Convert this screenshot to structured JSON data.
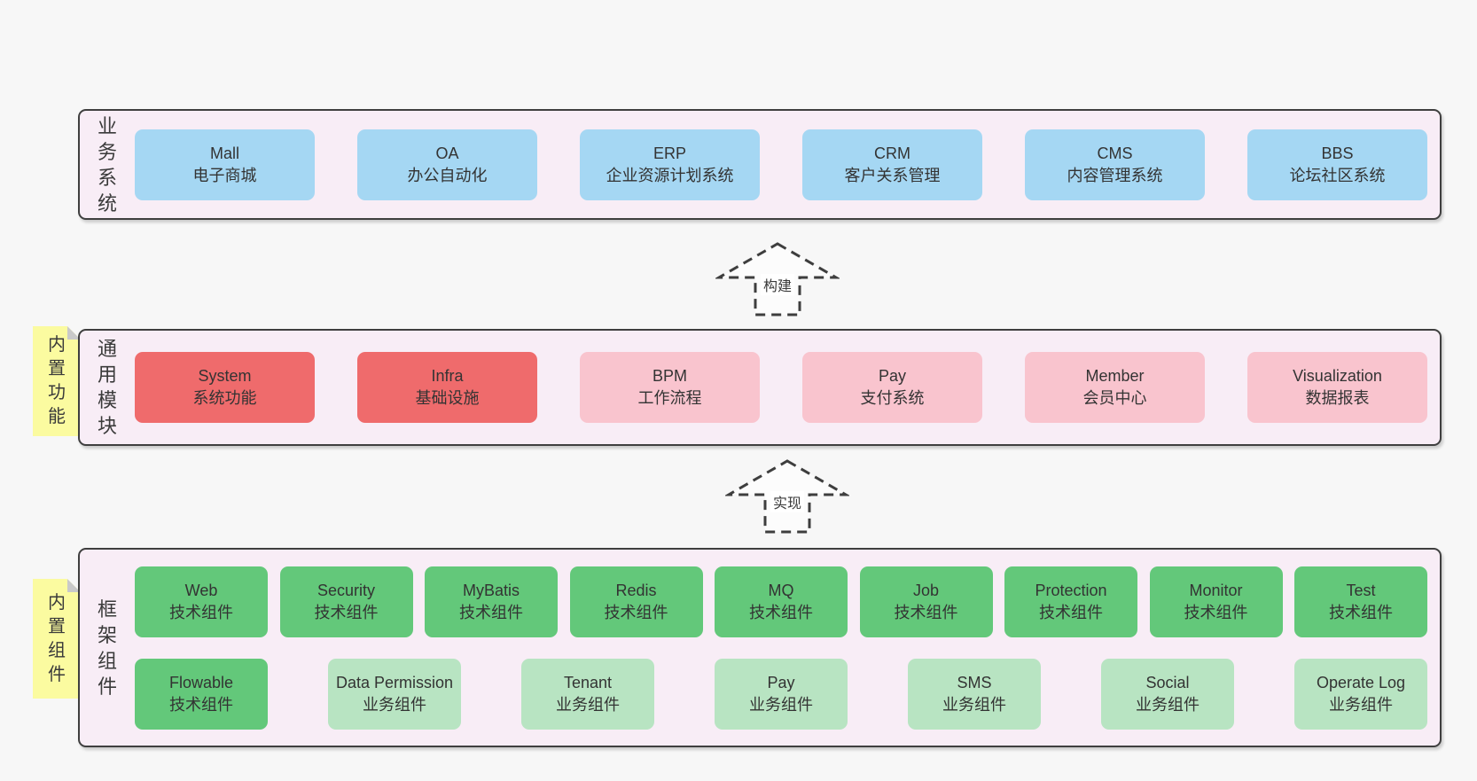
{
  "palette": {
    "page-bg": "#f7f7f7",
    "container-bg": "#f8edf6",
    "container-border": "#3f3f3f",
    "box-blue": "#a5d7f3",
    "box-red": "#ef6b6c",
    "box-pink": "#f9c4ce",
    "box-green": "#63c87a",
    "box-light-green": "#b8e4c2",
    "sticky-yellow": "#fbfba0",
    "sticky-fold": "#c9c9c9",
    "arrow-stroke": "#3e3e3e",
    "text": "#3a3a3a"
  },
  "layers": [
    {
      "label": "业务系统",
      "boxes": [
        {
          "title": "Mall",
          "subtitle": "电子商城",
          "variant": "blue"
        },
        {
          "title": "OA",
          "subtitle": "办公自动化",
          "variant": "blue"
        },
        {
          "title": "ERP",
          "subtitle": "企业资源计划系统",
          "variant": "blue"
        },
        {
          "title": "CRM",
          "subtitle": "客户关系管理",
          "variant": "blue"
        },
        {
          "title": "CMS",
          "subtitle": "内容管理系统",
          "variant": "blue"
        },
        {
          "title": "BBS",
          "subtitle": "论坛社区系统",
          "variant": "blue"
        }
      ]
    },
    {
      "label": "通用模块",
      "sticky": "内置功能",
      "boxes": [
        {
          "title": "System",
          "subtitle": "系统功能",
          "variant": "red"
        },
        {
          "title": "Infra",
          "subtitle": "基础设施",
          "variant": "red"
        },
        {
          "title": "BPM",
          "subtitle": "工作流程",
          "variant": "pink"
        },
        {
          "title": "Pay",
          "subtitle": "支付系统",
          "variant": "pink"
        },
        {
          "title": "Member",
          "subtitle": "会员中心",
          "variant": "pink"
        },
        {
          "title": "Visualization",
          "subtitle": "数据报表",
          "variant": "pink"
        }
      ]
    },
    {
      "label": "框架组件",
      "sticky": "内置组件",
      "boxes": [
        {
          "title": "Web",
          "subtitle": "技术组件",
          "variant": "green"
        },
        {
          "title": "Security",
          "subtitle": "技术组件",
          "variant": "green"
        },
        {
          "title": "MyBatis",
          "subtitle": "技术组件",
          "variant": "green"
        },
        {
          "title": "Redis",
          "subtitle": "技术组件",
          "variant": "green"
        },
        {
          "title": "MQ",
          "subtitle": "技术组件",
          "variant": "green"
        },
        {
          "title": "Job",
          "subtitle": "技术组件",
          "variant": "green"
        },
        {
          "title": "Protection",
          "subtitle": "技术组件",
          "variant": "green"
        },
        {
          "title": "Monitor",
          "subtitle": "技术组件",
          "variant": "green"
        },
        {
          "title": "Test",
          "subtitle": "技术组件",
          "variant": "green"
        },
        {
          "title": "Flowable",
          "subtitle": "技术组件",
          "variant": "green"
        },
        {
          "title": "Data Permission",
          "subtitle": "业务组件",
          "variant": "light-green"
        },
        {
          "title": "Tenant",
          "subtitle": "业务组件",
          "variant": "light-green"
        },
        {
          "title": "Pay",
          "subtitle": "业务组件",
          "variant": "light-green"
        },
        {
          "title": "SMS",
          "subtitle": "业务组件",
          "variant": "light-green"
        },
        {
          "title": "Social",
          "subtitle": "业务组件",
          "variant": "light-green"
        },
        {
          "title": "Operate Log",
          "subtitle": "业务组件",
          "variant": "light-green"
        }
      ]
    }
  ],
  "arrows": [
    {
      "label": "构建"
    },
    {
      "label": "实现"
    }
  ]
}
